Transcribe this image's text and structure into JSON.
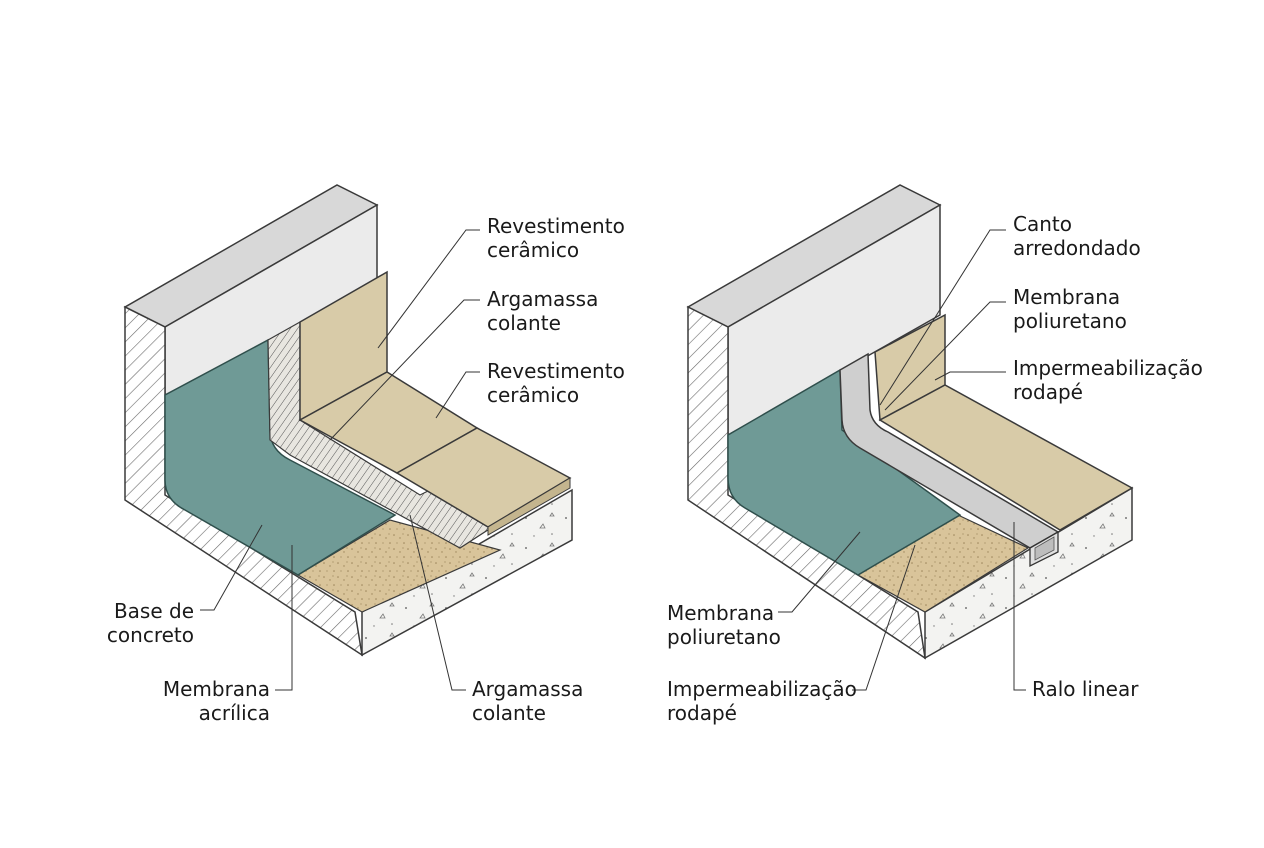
{
  "colors": {
    "membrane": "#6f9a96",
    "tile": "#d8cba8",
    "mortar_sand": "#d9c49a",
    "concrete": "#f1f1ef",
    "wall": "#e9e9e9",
    "wall_top": "#d6d6d6",
    "hatch": "#6a6a6a",
    "outline": "#3a3a3a",
    "drain": "#c9c9c9"
  },
  "left": {
    "labels": {
      "top_tile": [
        "Revestimento",
        "cerâmico"
      ],
      "top_mortar": [
        "Argamassa",
        "colante"
      ],
      "floor_tile": [
        "Revestimento",
        "cerâmico"
      ],
      "base": [
        "Base de",
        "concreto"
      ],
      "membrane": [
        "Membrana",
        "acrílica"
      ],
      "bottom_mortar": [
        "Argamassa",
        "colante"
      ]
    }
  },
  "right": {
    "labels": {
      "corner": [
        "Canto",
        "arredondado"
      ],
      "top_membrane": [
        "Membrana",
        "poliuretano"
      ],
      "top_skirting": [
        "Impermeabilização",
        "rodapé"
      ],
      "membrane": [
        "Membrana",
        "poliuretano"
      ],
      "skirting": [
        "Impermeabilização",
        "rodapé"
      ],
      "drain": [
        "Ralo linear"
      ]
    }
  }
}
